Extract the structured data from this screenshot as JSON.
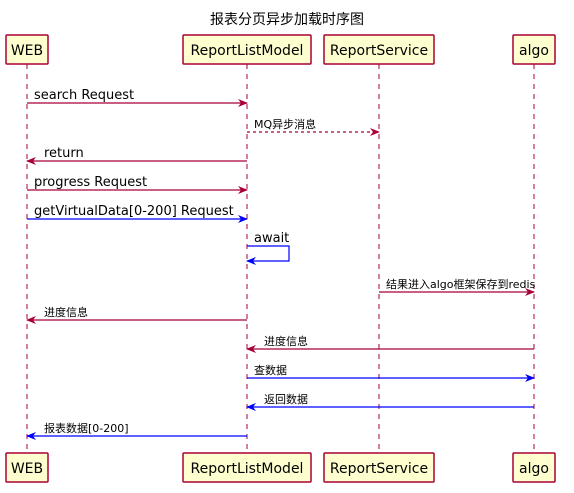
{
  "title": "报表分页异步加载时序图",
  "colors": {
    "participant_fill": "#fefece",
    "participant_border": "#a80036",
    "lifeline": "#a80036",
    "sync_arrow": "#a80036",
    "blue_arrow": "#0000ff"
  },
  "participants": [
    {
      "id": "web",
      "label": "WEB"
    },
    {
      "id": "rlm",
      "label": "ReportListModel"
    },
    {
      "id": "rs",
      "label": "ReportService"
    },
    {
      "id": "algo",
      "label": "algo"
    }
  ],
  "messages": [
    {
      "from": "web",
      "to": "rlm",
      "label": "search Request",
      "style": "solid",
      "color": "red"
    },
    {
      "from": "rlm",
      "to": "rs",
      "label": "MQ异步消息",
      "style": "dashed",
      "color": "red"
    },
    {
      "from": "rlm",
      "to": "web",
      "label": "return",
      "style": "solid",
      "color": "red"
    },
    {
      "from": "web",
      "to": "rlm",
      "label": "progress Request",
      "style": "solid",
      "color": "red"
    },
    {
      "from": "web",
      "to": "rlm",
      "label": "getVirtualData[0-200] Request",
      "style": "solid",
      "color": "blue"
    },
    {
      "from": "rlm",
      "to": "rlm",
      "label": "await",
      "style": "solid",
      "color": "blue"
    },
    {
      "from": "rs",
      "to": "algo",
      "label": "结果进入algo框架保存到redis",
      "style": "solid",
      "color": "red"
    },
    {
      "from": "rlm",
      "to": "web",
      "label": "进度信息",
      "style": "solid",
      "color": "red"
    },
    {
      "from": "algo",
      "to": "rlm",
      "label": "进度信息",
      "style": "solid",
      "color": "red"
    },
    {
      "from": "rlm",
      "to": "algo",
      "label": "查数据",
      "style": "solid",
      "color": "blue"
    },
    {
      "from": "algo",
      "to": "rlm",
      "label": "返回数据",
      "style": "solid",
      "color": "blue"
    },
    {
      "from": "rlm",
      "to": "web",
      "label": "报表数据[0-200]",
      "style": "solid",
      "color": "blue"
    }
  ]
}
